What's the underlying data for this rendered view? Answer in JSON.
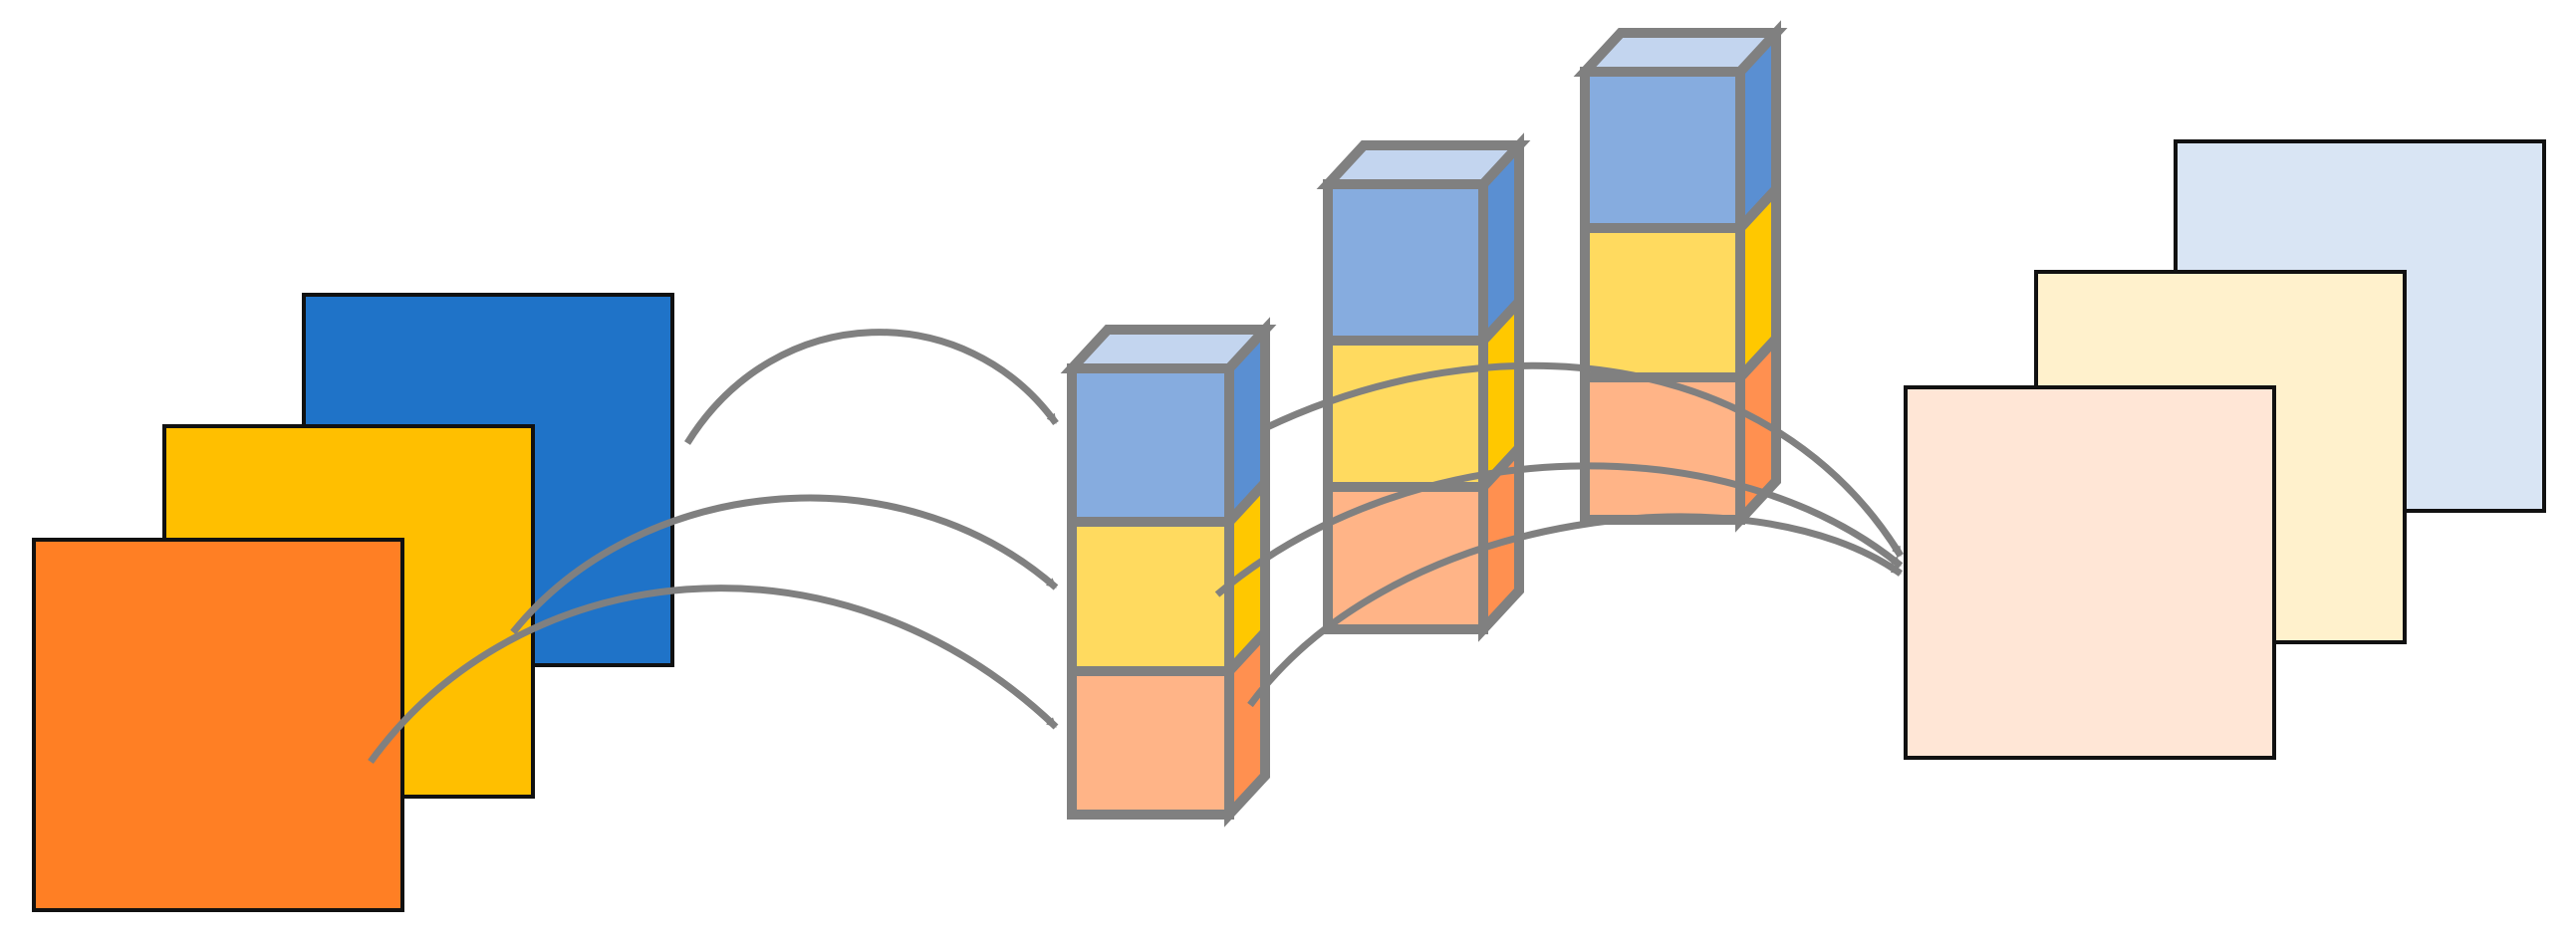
{
  "colors": {
    "background": "#ffffff",
    "outline": "#111111",
    "cube_edge": "#808080",
    "arrow": "#808080",
    "input_blue": "#1f73c8",
    "input_yellow": "#ffbf00",
    "input_orange": "#ff7f24",
    "output_blue": "#d9e5f4",
    "output_yellow": "#fff1cc",
    "output_orange": "#ffe6d6",
    "cube_blue_front": "#86acdf",
    "cube_blue_top": "#c3d5ef",
    "cube_blue_side": "#5a8fd2",
    "cube_yellow_front": "#ffda5f",
    "cube_yellow_side": "#ffc800",
    "cube_orange_front": "#ffb487",
    "cube_orange_side": "#ff9050"
  },
  "diagram": {
    "input_layers": [
      "blue",
      "yellow",
      "orange"
    ],
    "output_layers": [
      "blue",
      "yellow",
      "orange"
    ],
    "column_count": 3,
    "column_segments": [
      "blue",
      "yellow",
      "orange"
    ],
    "icons": [
      "curved-arrow-icon"
    ]
  }
}
